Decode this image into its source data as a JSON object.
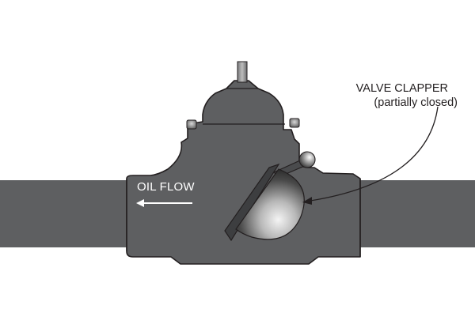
{
  "labels": {
    "flow": "OIL FLOW",
    "clapper_title": "VALVE CLAPPER",
    "clapper_subtitle": "(partially closed)"
  },
  "icons": {
    "flow_arrow": "arrow-left-icon",
    "callout_arrow": "curved-arrow-icon"
  },
  "colors": {
    "pipe": "#5e5f61",
    "body_outline": "#231f20",
    "text": "#231f20",
    "flow_text": "#ffffff",
    "clapper_light": "#f2f2f2",
    "clapper_dark": "#2a2a2a"
  }
}
